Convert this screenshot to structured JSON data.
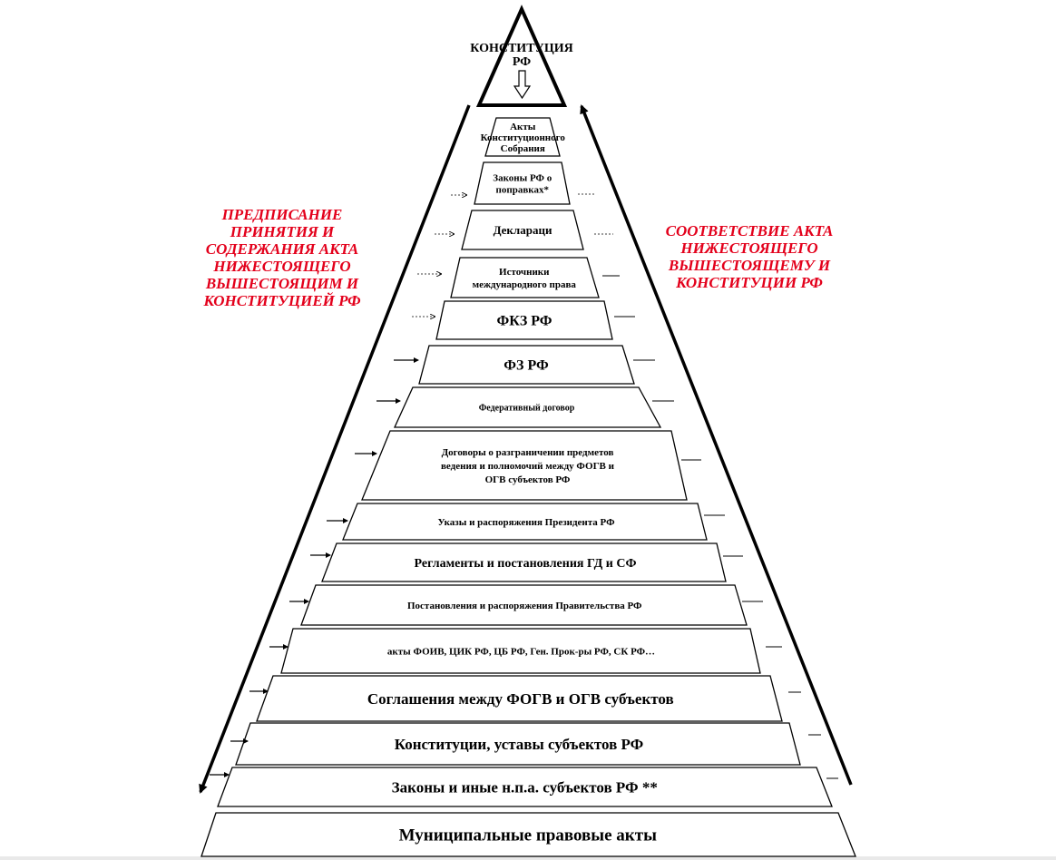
{
  "apex": {
    "title_line1": "КОНСТИТУЦИЯ",
    "title_line2": "РФ"
  },
  "levels": [
    {
      "lines": [
        "Акты",
        "Конституционного",
        "Собрания"
      ]
    },
    {
      "lines": [
        "Законы РФ о",
        "поправках*"
      ]
    },
    {
      "lines": [
        "Деклараци"
      ]
    },
    {
      "lines": [
        "Источники",
        "международного права"
      ]
    },
    {
      "lines": [
        "ФКЗ РФ"
      ]
    },
    {
      "lines": [
        "ФЗ РФ"
      ]
    },
    {
      "lines": [
        "Федеративный договор"
      ]
    },
    {
      "lines": [
        "Договоры о разграничении предметов",
        "ведения и полномочий между ФОГВ и",
        "ОГВ субъектов РФ"
      ]
    },
    {
      "lines": [
        "Указы и распоряжения  Президента  РФ"
      ]
    },
    {
      "lines": [
        "Регламенты и постановления ГД и СФ"
      ]
    },
    {
      "lines": [
        "Постановления  и распоряжения  Правительства РФ"
      ]
    },
    {
      "lines": [
        "акты ФОИВ, ЦИК РФ, ЦБ РФ, Ген. Прок-ры РФ, СК РФ…"
      ]
    },
    {
      "lines": [
        "Соглашения между ФОГВ и ОГВ субъектов"
      ]
    },
    {
      "lines": [
        "Конституции, уставы субъектов РФ"
      ]
    },
    {
      "lines": [
        "Законы и иные н.п.а. субъектов РФ **"
      ]
    },
    {
      "lines": [
        "Муниципальные правовые акты"
      ]
    }
  ],
  "left_note": "ПРЕДПИСАНИЕ\nПРИНЯТИЯ И\nСОДЕРЖАНИЯ АКТА\nНИЖЕСТОЯЩЕГО\nВЫШЕСТОЯЩИМ И\nКОНСТИТУЦИЕЙ РФ",
  "right_note": "СООТВЕТСТВИЕ АКТА\nНИЖЕСТОЯЩЕГО\nВЫШЕСТОЯЩЕМУ И\nКОНСТИТУЦИИ РФ",
  "colors": {
    "note": "#e3001b",
    "outline": "#000000"
  }
}
